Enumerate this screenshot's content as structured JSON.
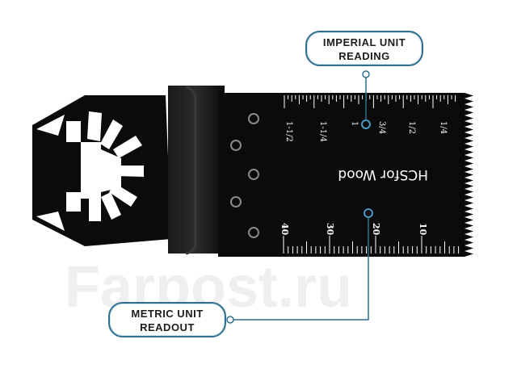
{
  "callouts": {
    "imperial": {
      "line1": "IMPERIAL UNIT",
      "line2": "READING"
    },
    "metric": {
      "line1": "METRIC UNIT",
      "line2": "READOUT"
    }
  },
  "blade": {
    "brand_text": "HCSfor Wood",
    "imperial_labels": [
      "1-1/2",
      "1-1/4",
      "1",
      "3/4",
      "1/2",
      "1/4"
    ],
    "metric_labels": [
      "40",
      "30",
      "20",
      "10"
    ]
  },
  "watermark": "Farpost.ru",
  "colors": {
    "blade": "#0b0b0b",
    "scale": "#ffffff",
    "callout_border": "#2f6f8f"
  }
}
